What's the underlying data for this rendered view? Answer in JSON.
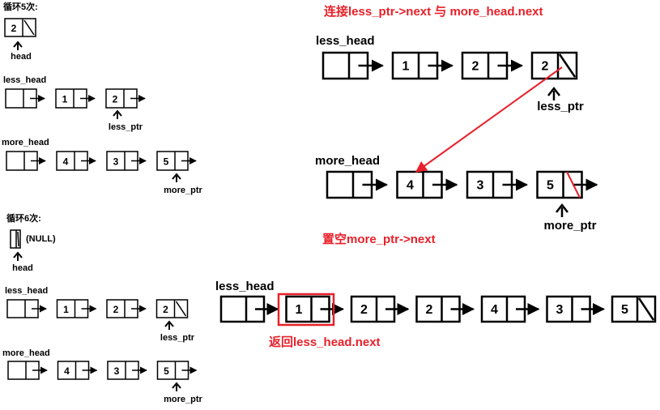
{
  "texts": {
    "loop5": "循环5次:",
    "loop6": "循环6次:",
    "null_label": "(NULL)",
    "head": "head",
    "less_head": "less_head",
    "more_head": "more_head",
    "less_ptr": "less_ptr",
    "more_ptr": "more_ptr",
    "connect_title": "连接less_ptr->next 与 more_head.next",
    "null_title": "置空more_ptr->next",
    "return_label": "返回less_head.next"
  },
  "values": {
    "l5_head": "2",
    "l5_less": [
      "1",
      "2"
    ],
    "l5_more": [
      "4",
      "3",
      "5"
    ],
    "l6_less": [
      "1",
      "2",
      "2"
    ],
    "l6_more": [
      "4",
      "3",
      "5"
    ],
    "r_less": [
      "1",
      "2",
      "2"
    ],
    "r_more": [
      "4",
      "3",
      "5"
    ],
    "result": [
      "1",
      "2",
      "2",
      "4",
      "3",
      "5"
    ]
  },
  "colors": {
    "accent": "#e8202a"
  }
}
